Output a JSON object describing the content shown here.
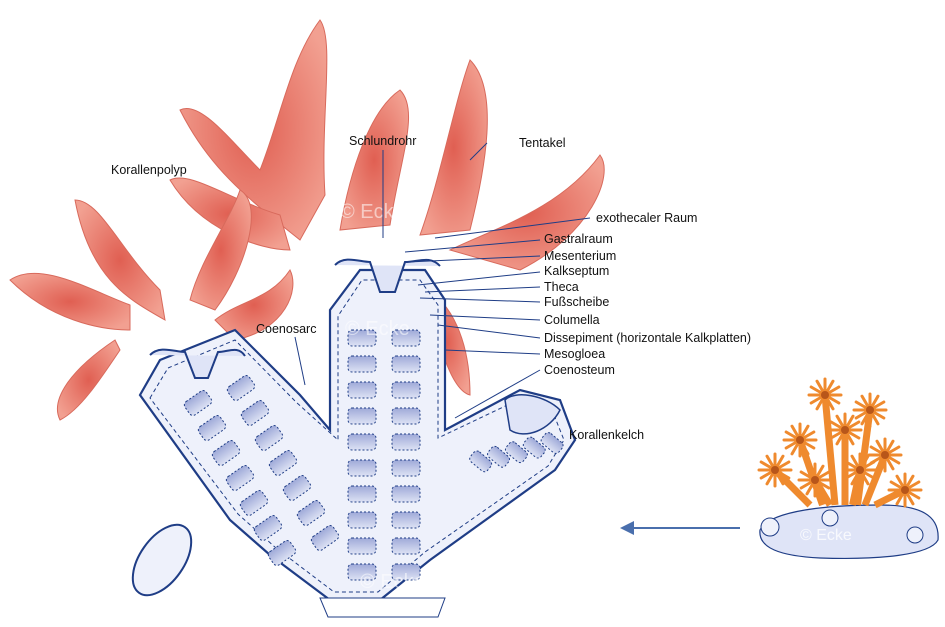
{
  "colors": {
    "tissue": "#ee8f80",
    "tissue_dark": "#e46d5f",
    "skeleton_fill": "#eef1fb",
    "skeleton_stroke": "#1f3d86",
    "plate": "#b9c1e4",
    "arrow": "#4a6fad",
    "colony_orange": "#ef8a2e",
    "label_text": "#111111"
  },
  "labels": {
    "korallenpolyp": "Korallenpolyp",
    "schlundrohr": "Schlundrohr",
    "tentakel": "Tentakel",
    "exothecaler_raum": "exothecaler Raum",
    "gastralraum": "Gastralraum",
    "mesenterium": "Mesenterium",
    "kalkseptum": "Kalkseptum",
    "theca": "Theca",
    "fussscheibe": "Fußscheibe",
    "columella": "Columella",
    "dissepiment": "Dissepiment (horizontale Kalkplatten)",
    "mesogloea": "Mesogloea",
    "coenosteum": "Coenosteum",
    "coenosarc": "Coenosarc",
    "korallenkelch": "Korallenkelch"
  },
  "watermark": "© Ecke",
  "icons": {
    "direction_arrow": "arrow-left-icon"
  }
}
